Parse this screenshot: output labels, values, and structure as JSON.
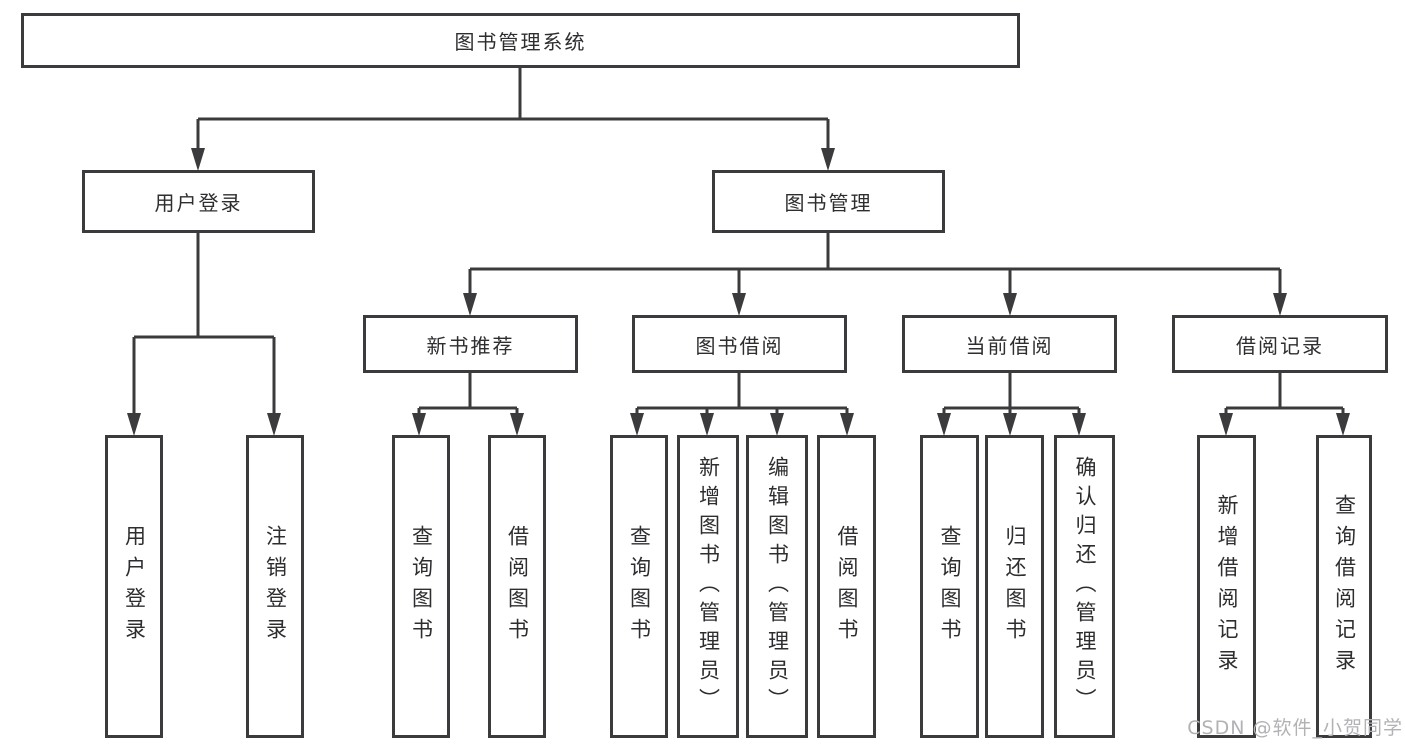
{
  "diagram": {
    "type": "tree",
    "root": {
      "label": "图书管理系统"
    },
    "level2": {
      "user_login": {
        "label": "用户登录",
        "parent": "图书管理系统"
      },
      "book_management": {
        "label": "图书管理",
        "parent": "图书管理系统"
      }
    },
    "level3": {
      "new_book_recommend": {
        "label": "新书推荐",
        "parent": "图书管理"
      },
      "book_borrowing": {
        "label": "图书借阅",
        "parent": "图书管理"
      },
      "current_borrowing": {
        "label": "当前借阅",
        "parent": "图书管理"
      },
      "borrow_records": {
        "label": "借阅记录",
        "parent": "图书管理"
      }
    },
    "leaves": [
      {
        "label": "用户登录",
        "parent": "用户登录"
      },
      {
        "label": "注销登录",
        "parent": "用户登录"
      },
      {
        "label": "查询图书",
        "parent": "新书推荐"
      },
      {
        "label": "借阅图书",
        "parent": "新书推荐"
      },
      {
        "label": "查询图书",
        "parent": "图书借阅"
      },
      {
        "label": "新增图书（管理员）",
        "parent": "图书借阅"
      },
      {
        "label": "编辑图书（管理员）",
        "parent": "图书借阅"
      },
      {
        "label": "借阅图书",
        "parent": "图书借阅"
      },
      {
        "label": "查询图书",
        "parent": "当前借阅"
      },
      {
        "label": "归还图书",
        "parent": "当前借阅"
      },
      {
        "label": "确认归还（管理员）",
        "parent": "当前借阅"
      },
      {
        "label": "新增借阅记录",
        "parent": "借阅记录"
      },
      {
        "label": "查询借阅记录",
        "parent": "借阅记录"
      }
    ]
  },
  "watermark": {
    "text": "CSDN @软件_小贺同学"
  },
  "colors": {
    "line": "#3b3b3d",
    "text": "#2e2e31",
    "watermark": "#b3b1b5",
    "background": "#ffffff"
  }
}
